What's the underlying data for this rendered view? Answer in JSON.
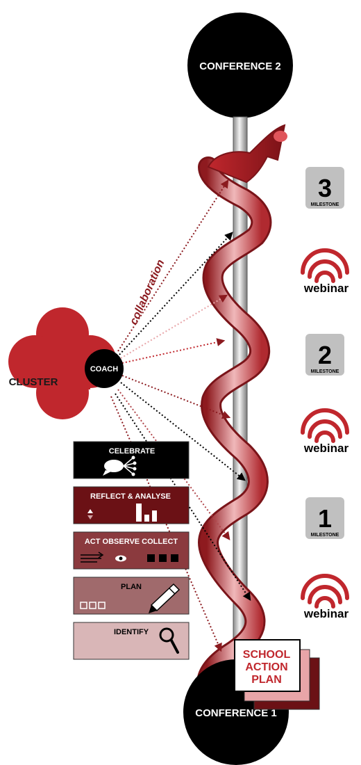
{
  "conferences": {
    "top": "CONFERENCE 2",
    "bottom": "CONFERENCE 1"
  },
  "cluster": {
    "label": "CLUSTER",
    "coach": "COACH"
  },
  "collaboration_label": "collaboration",
  "milestones": [
    {
      "number": "3",
      "label": "MILESTONE"
    },
    {
      "number": "2",
      "label": "MILESTONE"
    },
    {
      "number": "1",
      "label": "MILESTONE"
    }
  ],
  "webinars": [
    "webinar",
    "webinar",
    "webinar"
  ],
  "cycle_steps": {
    "celebrate": "CELEBRATE",
    "reflect": "REFLECT & ANALYSE",
    "act": "ACT OBSERVE COLLECT",
    "plan": "PLAN",
    "identify": "IDENTIFY"
  },
  "action_plan": [
    "SCHOOL",
    "ACTION",
    "PLAN"
  ],
  "colors": {
    "red": "#c0272d",
    "dark_red": "#6b1115",
    "mid_red": "#8b3a3e",
    "plan_red": "#a06a6c",
    "identify_pink": "#d9b6b7",
    "black": "#000000",
    "grey_tile": "#c0c0c0"
  },
  "icons": [
    "speech-bubble-icon",
    "updown-arrows-icon",
    "bar-chart-icon",
    "arrows-icon",
    "eye-icon",
    "squares-icon",
    "pencil-icon",
    "magnifier-icon",
    "wifi-icon"
  ]
}
